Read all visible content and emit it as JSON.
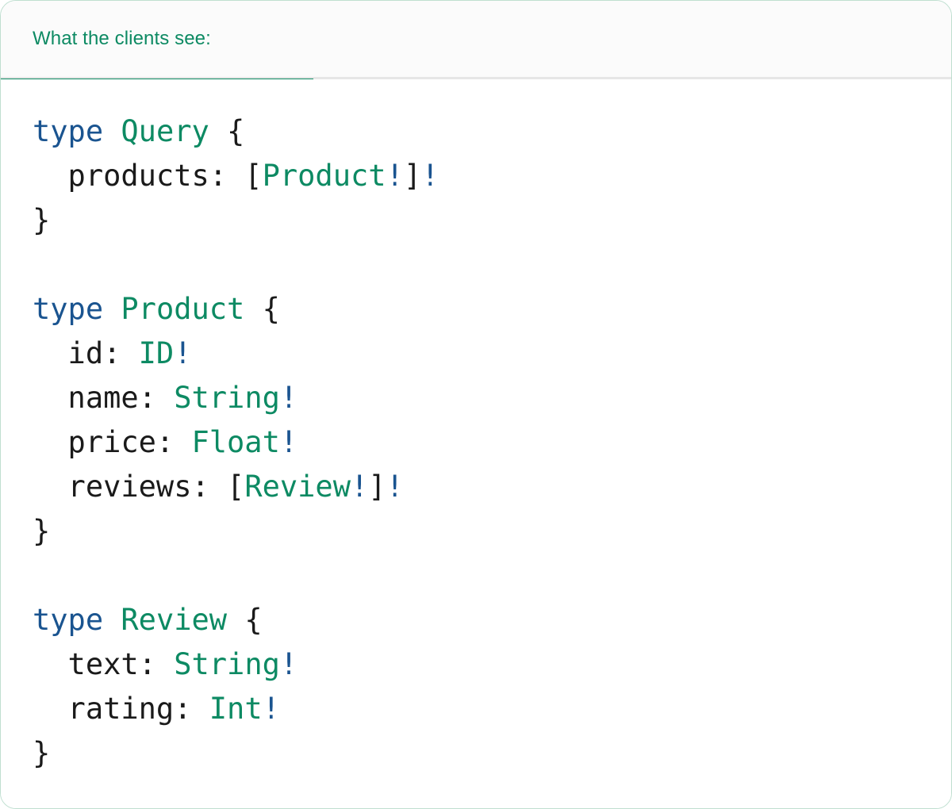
{
  "card": {
    "border_color": "#bfdfd0",
    "background": "#ffffff"
  },
  "tabs": {
    "active_index": 0,
    "items": [
      {
        "label": "What the clients see:",
        "active": true
      }
    ],
    "accent_color": "#0d8a63",
    "header_background": "#fbfbfb",
    "divider_color": "#e6e6e6"
  },
  "code": {
    "language": "graphql",
    "colors": {
      "keyword": "#1a5490",
      "type_name": "#0d8a63",
      "punctuation": "#1a1a1a",
      "non_null": "#1a5490",
      "background": "#ffffff"
    },
    "text": "type Query {\n  products: [Product!]!\n}\n\ntype Product {\n  id: ID!\n  name: String!\n  price: Float!\n  reviews: [Review!]!\n}\n\ntype Review {\n  text: String!\n  rating: Int!\n}",
    "lines": [
      {
        "tokens": [
          {
            "t": "type",
            "c": "kw"
          },
          {
            "t": " ",
            "c": "pn"
          },
          {
            "t": "Query",
            "c": "tn"
          },
          {
            "t": " {",
            "c": "pn"
          }
        ]
      },
      {
        "tokens": [
          {
            "t": "  products: [",
            "c": "pn"
          },
          {
            "t": "Product",
            "c": "tn"
          },
          {
            "t": "!",
            "c": "bang"
          },
          {
            "t": "]",
            "c": "pn"
          },
          {
            "t": "!",
            "c": "bang"
          }
        ]
      },
      {
        "tokens": [
          {
            "t": "}",
            "c": "pn"
          }
        ]
      },
      {
        "tokens": []
      },
      {
        "tokens": [
          {
            "t": "type",
            "c": "kw"
          },
          {
            "t": " ",
            "c": "pn"
          },
          {
            "t": "Product",
            "c": "tn"
          },
          {
            "t": " {",
            "c": "pn"
          }
        ]
      },
      {
        "tokens": [
          {
            "t": "  id: ",
            "c": "pn"
          },
          {
            "t": "ID",
            "c": "tn"
          },
          {
            "t": "!",
            "c": "bang"
          }
        ]
      },
      {
        "tokens": [
          {
            "t": "  name: ",
            "c": "pn"
          },
          {
            "t": "String",
            "c": "tn"
          },
          {
            "t": "!",
            "c": "bang"
          }
        ]
      },
      {
        "tokens": [
          {
            "t": "  price: ",
            "c": "pn"
          },
          {
            "t": "Float",
            "c": "tn"
          },
          {
            "t": "!",
            "c": "bang"
          }
        ]
      },
      {
        "tokens": [
          {
            "t": "  reviews: [",
            "c": "pn"
          },
          {
            "t": "Review",
            "c": "tn"
          },
          {
            "t": "!",
            "c": "bang"
          },
          {
            "t": "]",
            "c": "pn"
          },
          {
            "t": "!",
            "c": "bang"
          }
        ]
      },
      {
        "tokens": [
          {
            "t": "}",
            "c": "pn"
          }
        ]
      },
      {
        "tokens": []
      },
      {
        "tokens": [
          {
            "t": "type",
            "c": "kw"
          },
          {
            "t": " ",
            "c": "pn"
          },
          {
            "t": "Review",
            "c": "tn"
          },
          {
            "t": " {",
            "c": "pn"
          }
        ]
      },
      {
        "tokens": [
          {
            "t": "  text: ",
            "c": "pn"
          },
          {
            "t": "String",
            "c": "tn"
          },
          {
            "t": "!",
            "c": "bang"
          }
        ]
      },
      {
        "tokens": [
          {
            "t": "  rating: ",
            "c": "pn"
          },
          {
            "t": "Int",
            "c": "tn"
          },
          {
            "t": "!",
            "c": "bang"
          }
        ]
      },
      {
        "tokens": [
          {
            "t": "}",
            "c": "pn"
          }
        ]
      }
    ]
  }
}
